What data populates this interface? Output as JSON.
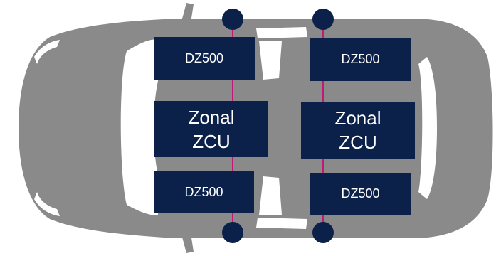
{
  "diagram": {
    "colors": {
      "car_body": "#8a8a8a",
      "box_fill": "#0b2149",
      "box_text": "#ffffff",
      "connector_line": "#c21878",
      "node_fill": "#0b2149"
    },
    "left_column": {
      "top_module": "DZ500",
      "zonal_line1": "Zonal",
      "zonal_line2": "ZCU",
      "bottom_module": "DZ500"
    },
    "right_column": {
      "top_module": "DZ500",
      "zonal_line1": "Zonal",
      "zonal_line2": "ZCU",
      "bottom_module": "DZ500"
    }
  }
}
